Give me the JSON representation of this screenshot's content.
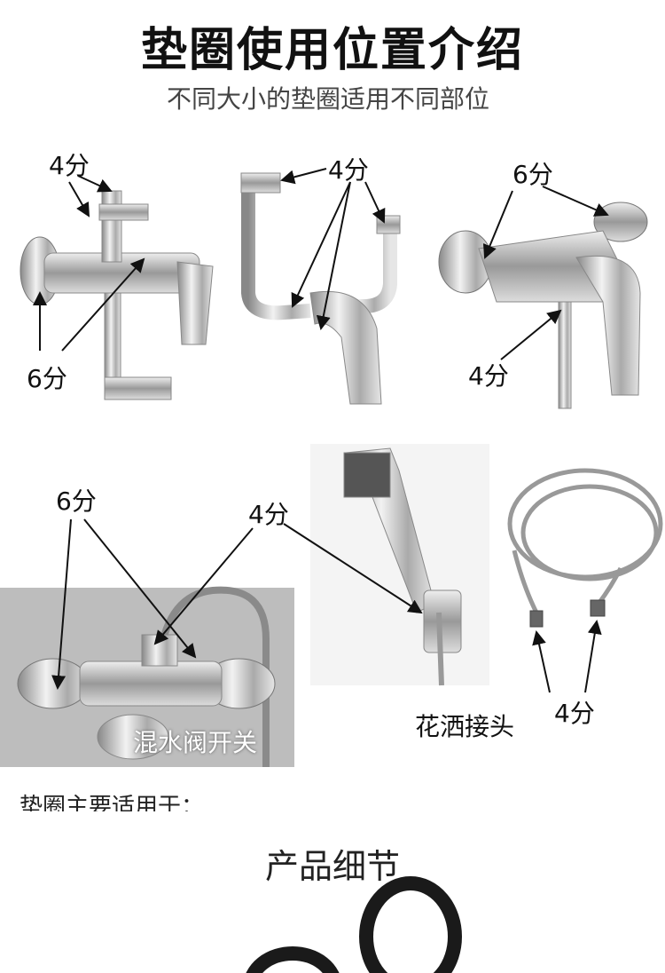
{
  "header": {
    "title": "垫圈使用位置介绍",
    "subtitle": "不同大小的垫圈适用不同部位"
  },
  "panels": [
    {
      "name": "wall-mixer-tap",
      "labels": [
        "4分",
        "6分"
      ]
    },
    {
      "name": "basin-tap-inlets",
      "labels": [
        "4分"
      ]
    },
    {
      "name": "shower-mixer",
      "labels": [
        "6分",
        "4分"
      ]
    },
    {
      "name": "mixing-valve",
      "labels": [
        "6分",
        "4分"
      ],
      "caption": "混水阀开关"
    },
    {
      "name": "shower-head",
      "labels": []
    },
    {
      "name": "shower-hose",
      "labels": [
        "4分"
      ],
      "caption": "花洒接头"
    }
  ],
  "notes": {
    "applies_to": "垫圈主要适用于："
  },
  "details": {
    "title": "产品细节"
  },
  "colors": {
    "chrome": "#c9c9c9",
    "photo_bg": "#bdbdbd",
    "ring": "#1a1a1a"
  }
}
